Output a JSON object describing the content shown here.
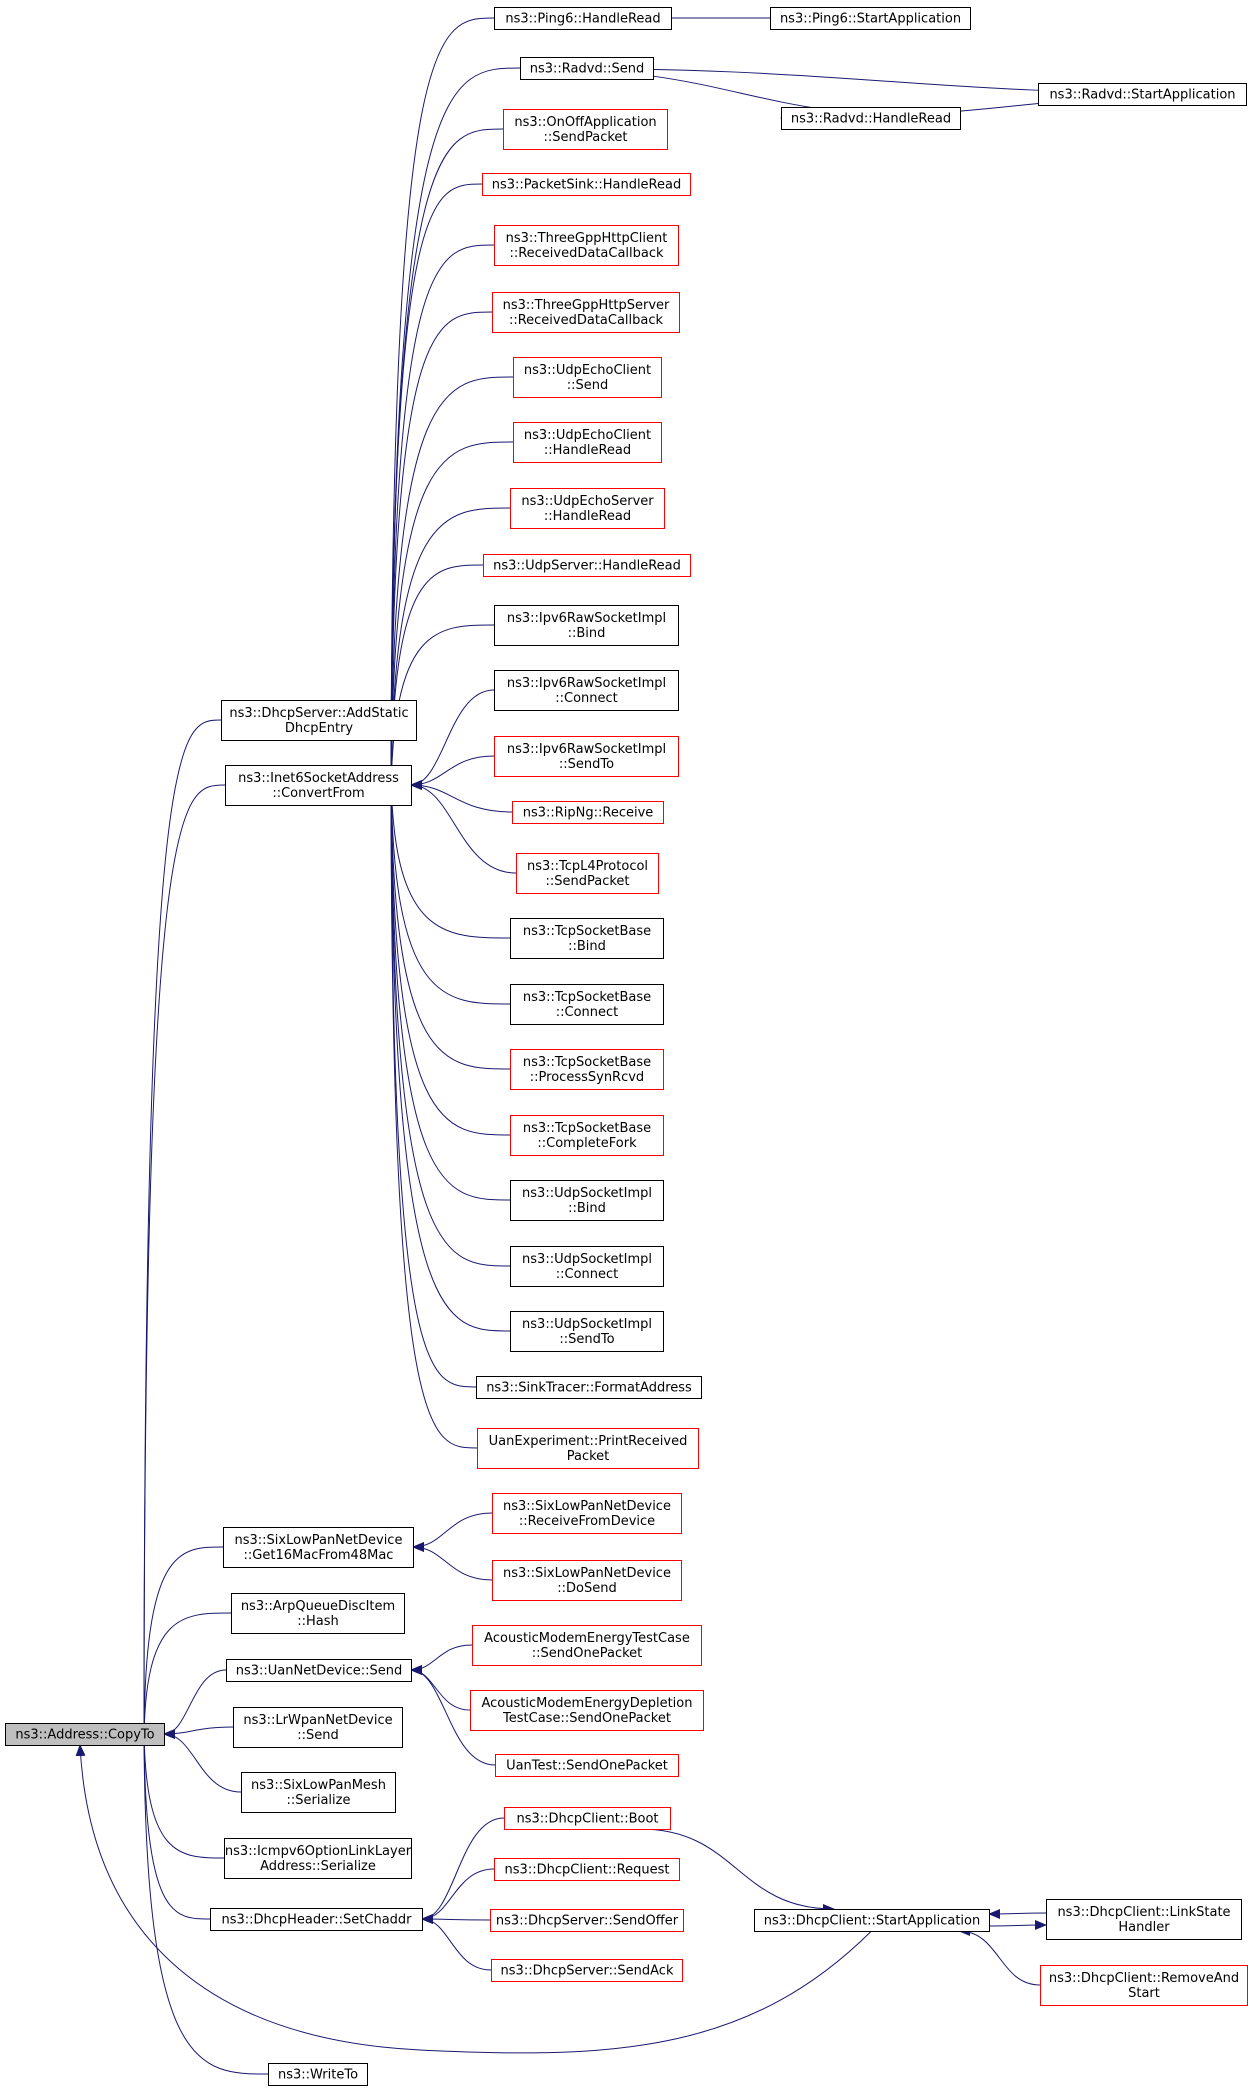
{
  "colors": {
    "edge": "#191970",
    "node_fill": "#ffffff",
    "focus_fill": "#bfbfbf",
    "border_black": "#000000",
    "border_red": "#ff0000"
  },
  "nodes": [
    {
      "id": "copyto",
      "lines": [
        "ns3::Address::CopyTo"
      ],
      "style": "focus"
    },
    {
      "id": "dhcpserver_addstatic",
      "lines": [
        "ns3::DhcpServer::AddStatic",
        "DhcpEntry"
      ],
      "style": "black"
    },
    {
      "id": "inet6_convertfrom",
      "lines": [
        "ns3::Inet6SocketAddress",
        "::ConvertFrom"
      ],
      "style": "black"
    },
    {
      "id": "ping6_handleread",
      "lines": [
        "ns3::Ping6::HandleRead"
      ],
      "style": "black"
    },
    {
      "id": "ping6_startapp",
      "lines": [
        "ns3::Ping6::StartApplication"
      ],
      "style": "black"
    },
    {
      "id": "radvd_send",
      "lines": [
        "ns3::Radvd::Send"
      ],
      "style": "black"
    },
    {
      "id": "radvd_startapp",
      "lines": [
        "ns3::Radvd::StartApplication"
      ],
      "style": "black"
    },
    {
      "id": "radvd_handleread",
      "lines": [
        "ns3::Radvd::HandleRead"
      ],
      "style": "black"
    },
    {
      "id": "onoff_sendpacket",
      "lines": [
        "ns3::OnOffApplication",
        "::SendPacket"
      ],
      "style": "red"
    },
    {
      "id": "packetsink_handleread",
      "lines": [
        "ns3::PacketSink::HandleRead"
      ],
      "style": "red"
    },
    {
      "id": "httpclient_received",
      "lines": [
        "ns3::ThreeGppHttpClient",
        "::ReceivedDataCallback"
      ],
      "style": "red"
    },
    {
      "id": "httpserver_received",
      "lines": [
        "ns3::ThreeGppHttpServer",
        "::ReceivedDataCallback"
      ],
      "style": "red"
    },
    {
      "id": "udpechoclient_send",
      "lines": [
        "ns3::UdpEchoClient",
        "::Send"
      ],
      "style": "red"
    },
    {
      "id": "udpechoclient_handleread",
      "lines": [
        "ns3::UdpEchoClient",
        "::HandleRead"
      ],
      "style": "red"
    },
    {
      "id": "udpechoserver_handleread",
      "lines": [
        "ns3::UdpEchoServer",
        "::HandleRead"
      ],
      "style": "red"
    },
    {
      "id": "udpserver_handleread",
      "lines": [
        "ns3::UdpServer::HandleRead"
      ],
      "style": "red"
    },
    {
      "id": "ipv6raw_bind",
      "lines": [
        "ns3::Ipv6RawSocketImpl",
        "::Bind"
      ],
      "style": "black"
    },
    {
      "id": "ipv6raw_connect",
      "lines": [
        "ns3::Ipv6RawSocketImpl",
        "::Connect"
      ],
      "style": "black"
    },
    {
      "id": "ipv6raw_sendto",
      "lines": [
        "ns3::Ipv6RawSocketImpl",
        "::SendTo"
      ],
      "style": "red"
    },
    {
      "id": "ripng_receive",
      "lines": [
        "ns3::RipNg::Receive"
      ],
      "style": "red"
    },
    {
      "id": "tcpl4_sendpacket",
      "lines": [
        "ns3::TcpL4Protocol",
        "::SendPacket"
      ],
      "style": "red"
    },
    {
      "id": "tcpsock_bind",
      "lines": [
        "ns3::TcpSocketBase",
        "::Bind"
      ],
      "style": "black"
    },
    {
      "id": "tcpsock_connect",
      "lines": [
        "ns3::TcpSocketBase",
        "::Connect"
      ],
      "style": "black"
    },
    {
      "id": "tcpsock_processsynrcvd",
      "lines": [
        "ns3::TcpSocketBase",
        "::ProcessSynRcvd"
      ],
      "style": "red"
    },
    {
      "id": "tcpsock_completefork",
      "lines": [
        "ns3::TcpSocketBase",
        "::CompleteFork"
      ],
      "style": "red"
    },
    {
      "id": "udpsock_bind",
      "lines": [
        "ns3::UdpSocketImpl",
        "::Bind"
      ],
      "style": "black"
    },
    {
      "id": "udpsock_connect",
      "lines": [
        "ns3::UdpSocketImpl",
        "::Connect"
      ],
      "style": "black"
    },
    {
      "id": "udpsock_sendto",
      "lines": [
        "ns3::UdpSocketImpl",
        "::SendTo"
      ],
      "style": "black"
    },
    {
      "id": "sinktracer_format",
      "lines": [
        "ns3::SinkTracer::FormatAddress"
      ],
      "style": "black"
    },
    {
      "id": "uanexp_print",
      "lines": [
        "UanExperiment::PrintReceived",
        "Packet"
      ],
      "style": "red"
    },
    {
      "id": "sixlowpan_get16",
      "lines": [
        "ns3::SixLowPanNetDevice",
        "::Get16MacFrom48Mac"
      ],
      "style": "black"
    },
    {
      "id": "sixlowpan_receive",
      "lines": [
        "ns3::SixLowPanNetDevice",
        "::ReceiveFromDevice"
      ],
      "style": "red"
    },
    {
      "id": "sixlowpan_dosend",
      "lines": [
        "ns3::SixLowPanNetDevice",
        "::DoSend"
      ],
      "style": "red"
    },
    {
      "id": "arpqueue_hash",
      "lines": [
        "ns3::ArpQueueDiscItem",
        "::Hash"
      ],
      "style": "black"
    },
    {
      "id": "uannetdevice_send",
      "lines": [
        "ns3::UanNetDevice::Send"
      ],
      "style": "black"
    },
    {
      "id": "acoustic_sendonepacket",
      "lines": [
        "AcousticModemEnergyTestCase",
        "::SendOnePacket"
      ],
      "style": "red"
    },
    {
      "id": "acousticdepl_sendonepacket",
      "lines": [
        "AcousticModemEnergyDepletion",
        "TestCase::SendOnePacket"
      ],
      "style": "red"
    },
    {
      "id": "uantest_sendonepacket",
      "lines": [
        "UanTest::SendOnePacket"
      ],
      "style": "red"
    },
    {
      "id": "lrwpan_send",
      "lines": [
        "ns3::LrWpanNetDevice",
        "::Send"
      ],
      "style": "black"
    },
    {
      "id": "sixlowpanmesh_serialize",
      "lines": [
        "ns3::SixLowPanMesh",
        "::Serialize"
      ],
      "style": "black"
    },
    {
      "id": "icmpv6_serialize",
      "lines": [
        "ns3::Icmpv6OptionLinkLayer",
        "Address::Serialize"
      ],
      "style": "black"
    },
    {
      "id": "dhcpheader_setchaddr",
      "lines": [
        "ns3::DhcpHeader::SetChaddr"
      ],
      "style": "black"
    },
    {
      "id": "dhcpclient_boot",
      "lines": [
        "ns3::DhcpClient::Boot"
      ],
      "style": "red"
    },
    {
      "id": "dhcpclient_request",
      "lines": [
        "ns3::DhcpClient::Request"
      ],
      "style": "red"
    },
    {
      "id": "dhcpserver_sendoffer",
      "lines": [
        "ns3::DhcpServer::SendOffer"
      ],
      "style": "red"
    },
    {
      "id": "dhcpserver_sendack",
      "lines": [
        "ns3::DhcpServer::SendAck"
      ],
      "style": "red"
    },
    {
      "id": "dhcpclient_startapp",
      "lines": [
        "ns3::DhcpClient::StartApplication"
      ],
      "style": "black"
    },
    {
      "id": "dhcpclient_linkstate",
      "lines": [
        "ns3::DhcpClient::LinkState",
        "Handler"
      ],
      "style": "black"
    },
    {
      "id": "dhcpclient_removeandstart",
      "lines": [
        "ns3::DhcpClient::RemoveAnd",
        "Start"
      ],
      "style": "red"
    },
    {
      "id": "writeto",
      "lines": [
        "ns3::WriteTo"
      ],
      "style": "black"
    }
  ],
  "edges": [
    [
      "ping6_handleread",
      "ping6_startapp"
    ],
    [
      "radvd_send",
      "radvd_startapp"
    ],
    [
      "radvd_send",
      "radvd_handleread"
    ],
    [
      "radvd_handleread",
      "radvd_startapp"
    ],
    [
      "inet6_convertfrom",
      "ping6_handleread"
    ],
    [
      "inet6_convertfrom",
      "radvd_send"
    ],
    [
      "inet6_convertfrom",
      "onoff_sendpacket"
    ],
    [
      "inet6_convertfrom",
      "packetsink_handleread"
    ],
    [
      "inet6_convertfrom",
      "httpclient_received"
    ],
    [
      "inet6_convertfrom",
      "httpserver_received"
    ],
    [
      "inet6_convertfrom",
      "udpechoclient_send"
    ],
    [
      "inet6_convertfrom",
      "udpechoclient_handleread"
    ],
    [
      "inet6_convertfrom",
      "udpechoserver_handleread"
    ],
    [
      "inet6_convertfrom",
      "udpserver_handleread"
    ],
    [
      "inet6_convertfrom",
      "ipv6raw_bind"
    ],
    [
      "inet6_convertfrom",
      "ipv6raw_connect"
    ],
    [
      "inet6_convertfrom",
      "ipv6raw_sendto"
    ],
    [
      "inet6_convertfrom",
      "ripng_receive"
    ],
    [
      "inet6_convertfrom",
      "tcpl4_sendpacket"
    ],
    [
      "inet6_convertfrom",
      "tcpsock_bind"
    ],
    [
      "inet6_convertfrom",
      "tcpsock_connect"
    ],
    [
      "inet6_convertfrom",
      "tcpsock_processsynrcvd"
    ],
    [
      "inet6_convertfrom",
      "tcpsock_completefork"
    ],
    [
      "inet6_convertfrom",
      "udpsock_bind"
    ],
    [
      "inet6_convertfrom",
      "udpsock_connect"
    ],
    [
      "inet6_convertfrom",
      "udpsock_sendto"
    ],
    [
      "inet6_convertfrom",
      "sinktracer_format"
    ],
    [
      "inet6_convertfrom",
      "uanexp_print"
    ],
    [
      "sixlowpan_get16",
      "sixlowpan_receive"
    ],
    [
      "sixlowpan_get16",
      "sixlowpan_dosend"
    ],
    [
      "uannetdevice_send",
      "acoustic_sendonepacket"
    ],
    [
      "uannetdevice_send",
      "acousticdepl_sendonepacket"
    ],
    [
      "uannetdevice_send",
      "uantest_sendonepacket"
    ],
    [
      "dhcpheader_setchaddr",
      "dhcpclient_boot"
    ],
    [
      "dhcpheader_setchaddr",
      "dhcpclient_request"
    ],
    [
      "dhcpheader_setchaddr",
      "dhcpserver_sendoffer"
    ],
    [
      "dhcpheader_setchaddr",
      "dhcpserver_sendack"
    ],
    [
      "dhcpclient_startapp",
      "dhcpclient_boot"
    ],
    [
      "dhcpclient_startapp",
      "dhcpclient_linkstate"
    ],
    [
      "dhcpclient_linkstate",
      "dhcpclient_startapp"
    ],
    [
      "dhcpclient_startapp",
      "dhcpclient_removeandstart"
    ],
    [
      "copyto",
      "dhcpserver_addstatic"
    ],
    [
      "copyto",
      "inet6_convertfrom"
    ],
    [
      "copyto",
      "sixlowpan_get16"
    ],
    [
      "copyto",
      "arpqueue_hash"
    ],
    [
      "copyto",
      "uannetdevice_send"
    ],
    [
      "copyto",
      "lrwpan_send"
    ],
    [
      "copyto",
      "sixlowpanmesh_serialize"
    ],
    [
      "copyto",
      "icmpv6_serialize"
    ],
    [
      "copyto",
      "dhcpheader_setchaddr"
    ],
    [
      "copyto",
      "dhcpclient_startapp"
    ],
    [
      "copyto",
      "writeto"
    ]
  ]
}
